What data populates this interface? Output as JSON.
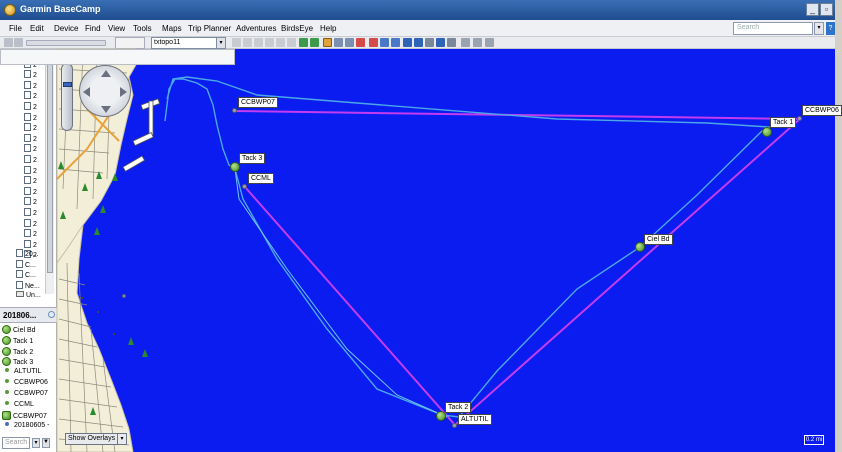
{
  "window": {
    "title": "Garmin BaseCamp"
  },
  "menu": [
    "File",
    "Edit",
    "Device",
    "Find",
    "View",
    "Tools",
    "Maps",
    "Trip Planner",
    "Adventures",
    "BirdsEye",
    "Help"
  ],
  "search": {
    "placeholder": "Search"
  },
  "toolbar": {
    "map_product": "txtopo11",
    "unit": ""
  },
  "sidebar": {
    "tree_items": [
      "2",
      "2",
      "2",
      "2",
      "2",
      "2",
      "2",
      "2",
      "2",
      "2",
      "2",
      "2",
      "2",
      "2",
      "2",
      "2",
      "2",
      "2",
      "2",
      "2",
      "20...",
      "C...",
      "C...",
      "Ne...",
      "Un..."
    ],
    "list_title": "201806...",
    "waypoints": [
      {
        "label": "Ciel Bd",
        "kind": "green"
      },
      {
        "label": "Tack 1",
        "kind": "green"
      },
      {
        "label": "Tack 2",
        "kind": "green"
      },
      {
        "label": "Tack 3",
        "kind": "green"
      },
      {
        "label": "ALTUTIL",
        "kind": "dot"
      },
      {
        "label": "CCBWP06",
        "kind": "dot"
      },
      {
        "label": "CCBWP07",
        "kind": "dot"
      },
      {
        "label": "CCML",
        "kind": "dot"
      },
      {
        "label": "CCBWP07",
        "kind": "route"
      },
      {
        "label": "20180605 -",
        "kind": "track"
      }
    ],
    "search_placeholder": "Search"
  },
  "map": {
    "labels": {
      "ccbwp07": "CCBWP07",
      "ccbwp06": "CCBWP06",
      "tack1": "Tack 1",
      "tack2": "Tack 2",
      "tack3": "Tack 3",
      "ccml": "CCML",
      "ciel_bd": "Ciel Bd",
      "altutil": "ALTUTIL"
    },
    "show_overlays": "Show Overlays",
    "scale": "0.2 mi",
    "colors": {
      "water": "#0a1cf0",
      "route": "#c43bf0",
      "track": "#4aa8e8",
      "land": "#f3eed8"
    }
  }
}
